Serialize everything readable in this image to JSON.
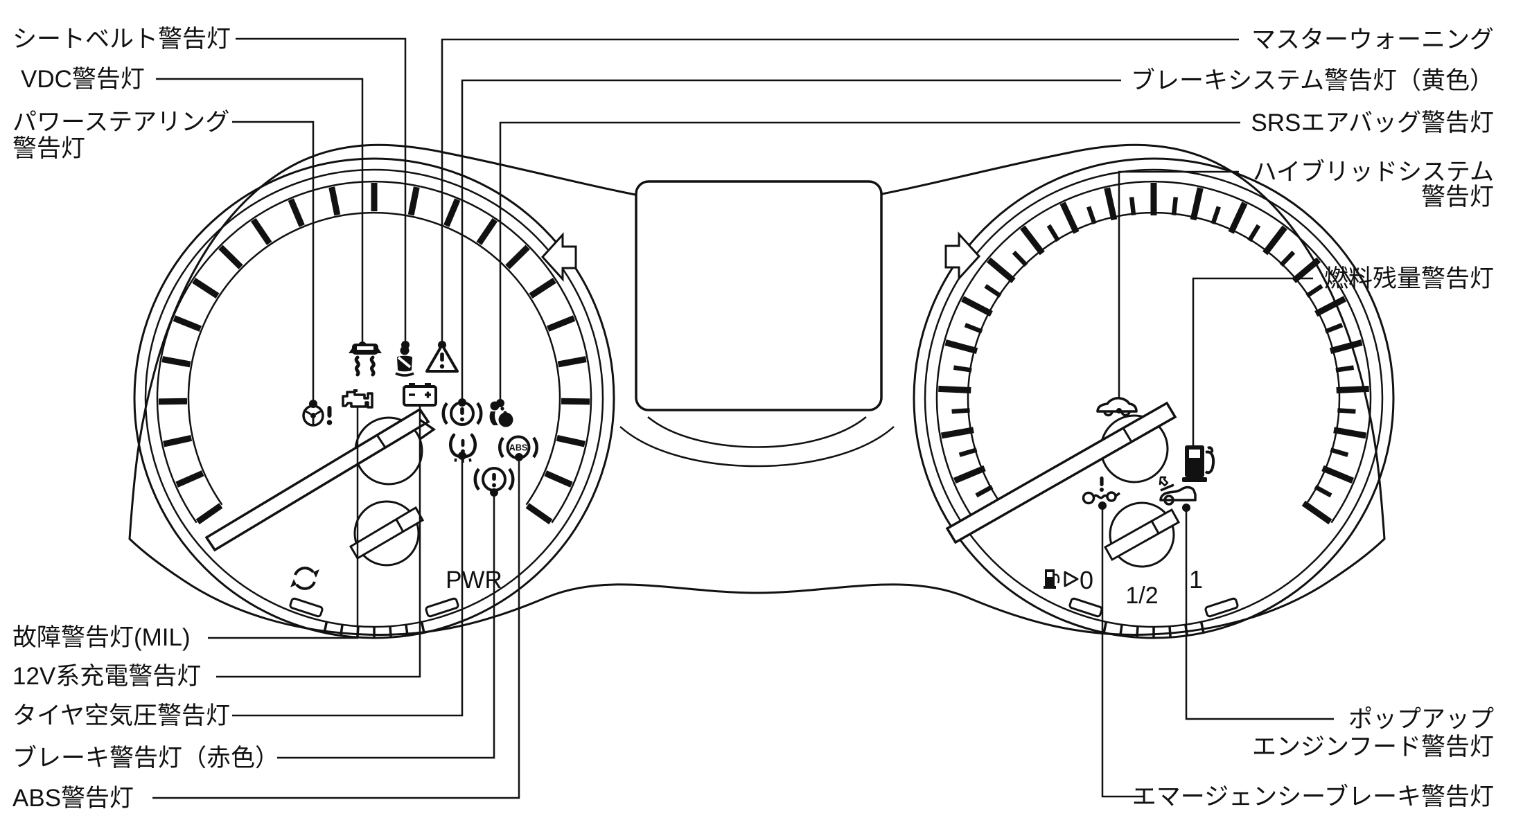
{
  "diagram": {
    "type": "instrument-cluster-warning-lights-diagram",
    "background": "#ffffff",
    "line_color": "#111111"
  },
  "labels": {
    "left": [
      {
        "text": "シートベルト警告灯"
      },
      {
        "text": "VDC警告灯"
      },
      {
        "text": "パワーステアリング"
      },
      {
        "text": "警告灯"
      },
      {
        "text": "故障警告灯(MIL)"
      },
      {
        "text": "12V系充電警告灯"
      },
      {
        "text": "タイヤ空気圧警告灯"
      },
      {
        "text": "ブレーキ警告灯（赤色）"
      },
      {
        "text": "ABS警告灯"
      }
    ],
    "right": [
      {
        "text": "マスターウォーニング"
      },
      {
        "text": "ブレーキシステム警告灯（黄色）"
      },
      {
        "text": "SRSエアバッグ警告灯"
      },
      {
        "text": "ハイブリッドシステム"
      },
      {
        "text": "警告灯"
      },
      {
        "text": "燃料残量警告灯"
      },
      {
        "text": "ポップアップ"
      },
      {
        "text": "エンジンフード警告灯"
      },
      {
        "text": "エマージェンシーブレーキ警告灯"
      }
    ]
  },
  "gauges": {
    "left_zone_label": "PWR",
    "fuel_scale": {
      "empty": "0",
      "half": "1/2",
      "full": "1"
    },
    "abs_badge": "ABS"
  },
  "icon_names": [
    "vdc-slip-icon",
    "seat-belt-icon",
    "master-warning-triangle-icon",
    "power-steering-icon",
    "mil-engine-icon",
    "battery-charge-icon",
    "brake-warning-yellow-icon",
    "srs-airbag-icon",
    "tpms-icon",
    "abs-icon",
    "brake-warning-red-icon",
    "charge-circular-arrow-icon",
    "hybrid-system-icon",
    "low-fuel-pump-icon",
    "emergency-brake-icon",
    "popup-hood-icon",
    "left-block-arrow-icon",
    "right-block-arrow-icon"
  ]
}
